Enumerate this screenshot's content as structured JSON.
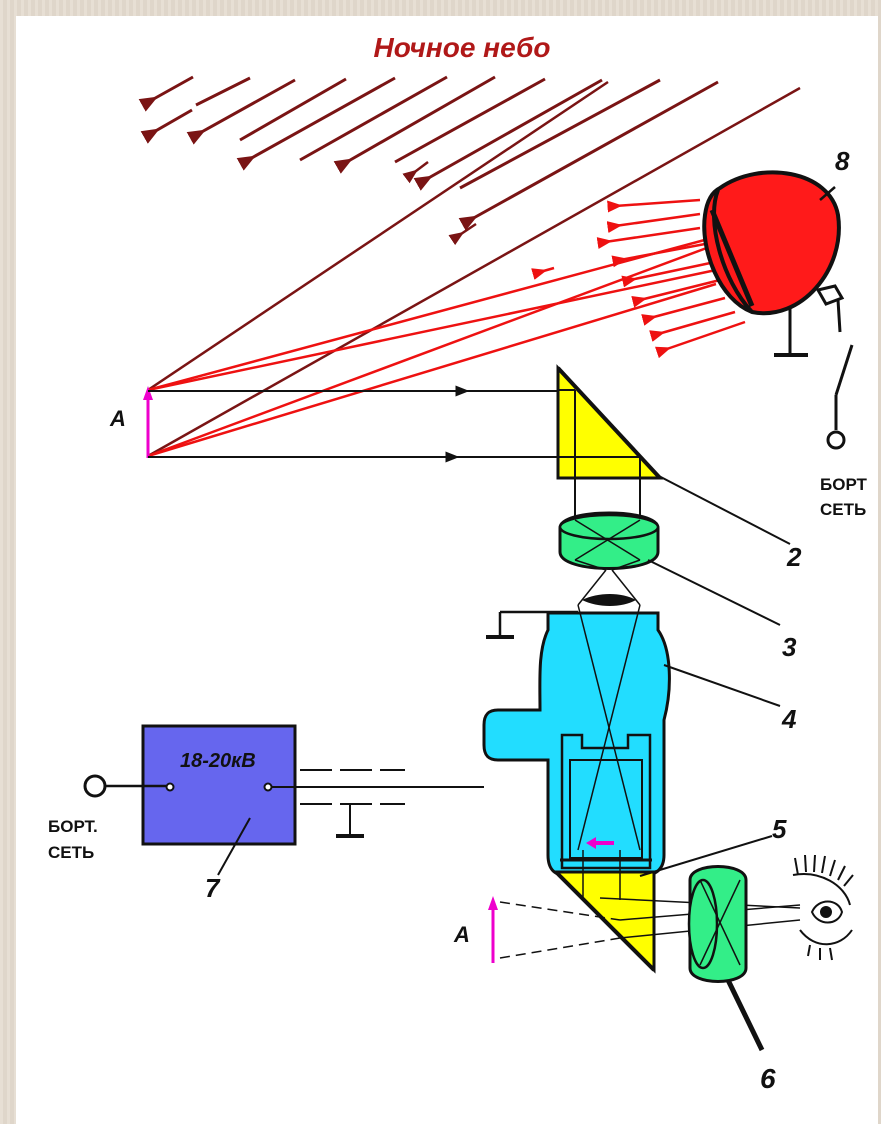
{
  "diagram": {
    "sky_label": "Ночное небо",
    "object_label_top": "A",
    "object_label_bottom": "A",
    "board_network_right": [
      "БОРТ",
      "СЕТЬ"
    ],
    "board_network_left": [
      "БОРТ.",
      "СЕТЬ"
    ],
    "voltage_label": "18-20кВ",
    "part_labels": {
      "n2": "2",
      "n3": "3",
      "n4": "4",
      "n5": "5",
      "n6": "6",
      "n7": "7",
      "n8": "8"
    },
    "colors": {
      "searchlight": "#ff1a1a",
      "prism": "#ffff00",
      "lens": "#33ee88",
      "tube": "#22ddff",
      "power_block": "#6666ee",
      "object_arrow": "#ee00cc",
      "sky_rays": "#8b1a1a",
      "ir_rays": "#ee1111"
    }
  }
}
